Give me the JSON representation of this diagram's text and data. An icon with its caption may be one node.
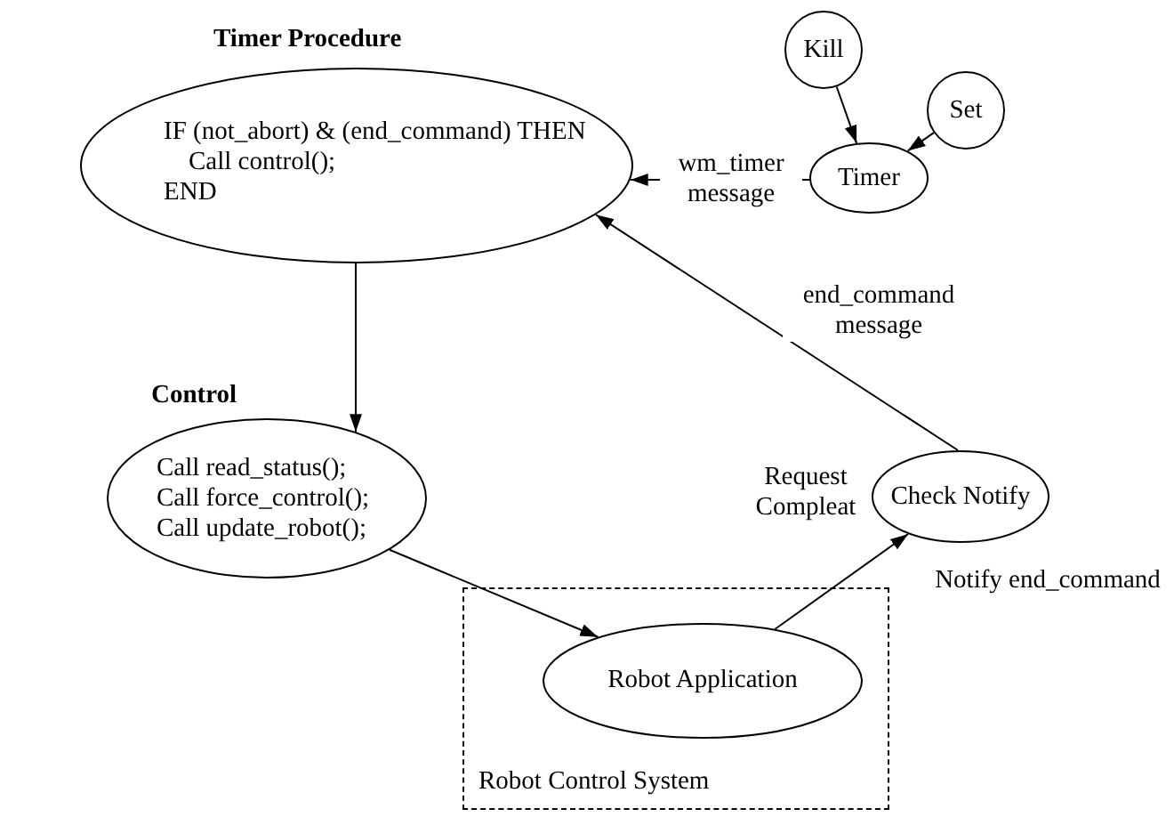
{
  "diagram": {
    "nodes": [
      {
        "text": [
          "Timer Procedure",
          "IF (not_abort) & (end_command) THEN",
          "Call control();",
          "END"
        ]
      },
      {
        "text": [
          "Kill"
        ]
      },
      {
        "text": [
          "Set"
        ]
      },
      {
        "text": [
          "Timer"
        ]
      },
      {
        "text": [
          "Control",
          "Call read_status();",
          "Call force_control();",
          "Call update_robot();"
        ]
      },
      {
        "text": [
          "Check Notify"
        ],
        "beside": [
          "Request Compleat"
        ]
      },
      {
        "text": [
          "Robot Control System"
        ]
      },
      {
        "text": [
          "Robot Application"
        ],
        "in": 6
      }
    ],
    "edges": [
      {
        "from": 1,
        "to": 3,
        "arrow": "to"
      },
      {
        "from": 2,
        "to": 3,
        "arrow": "to"
      },
      {
        "from": 3,
        "to": 0,
        "arrow": "to",
        "label": "wm_timer message"
      },
      {
        "from": 0,
        "to": 4,
        "arrow": "to"
      },
      {
        "from": 4,
        "to": 7,
        "arrow": "to"
      },
      {
        "from": 7,
        "to": 5,
        "arrow": "to",
        "label": "Notify end_command"
      },
      {
        "from": 5,
        "to": 0,
        "arrow": "to",
        "label": "end_command message"
      }
    ]
  }
}
